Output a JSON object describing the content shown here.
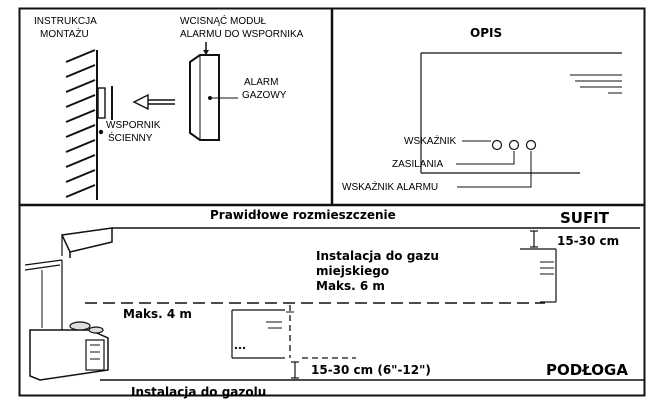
{
  "top_left": {
    "instruction_title_line1": "INSTRUKCJA",
    "instruction_title_line2": "MONTAŻU",
    "press_line1": "WCISNĄĆ MODUŁ",
    "press_line2": "ALARMU DO WSPORNIKA",
    "alarm_line1": "ALARM",
    "alarm_line2": "GAZOWY",
    "bracket_line1": "WSPORNIK",
    "bracket_line2": "ŚCIENNY"
  },
  "top_right": {
    "title": "OPIS",
    "indicator": "WSKAŹNIK",
    "power": "ZASILANIA",
    "alarm_indicator": "WSKAŹNIK ALARMU"
  },
  "bottom": {
    "title": "Prawidłowe rozmieszczenie",
    "ceiling": "SUFIT",
    "floor": "PODŁOGA",
    "city_gas_line1": "Instalacja do gazu",
    "city_gas_line2": "miejskiego",
    "city_gas_line3": "Maks. 6 m",
    "top_distance": "15-30 cm",
    "max_4m": "Maks. 4 m",
    "bottom_distance": "15-30 cm (6\"-12\")",
    "lpg_install": "Instalacja do gazolu"
  }
}
